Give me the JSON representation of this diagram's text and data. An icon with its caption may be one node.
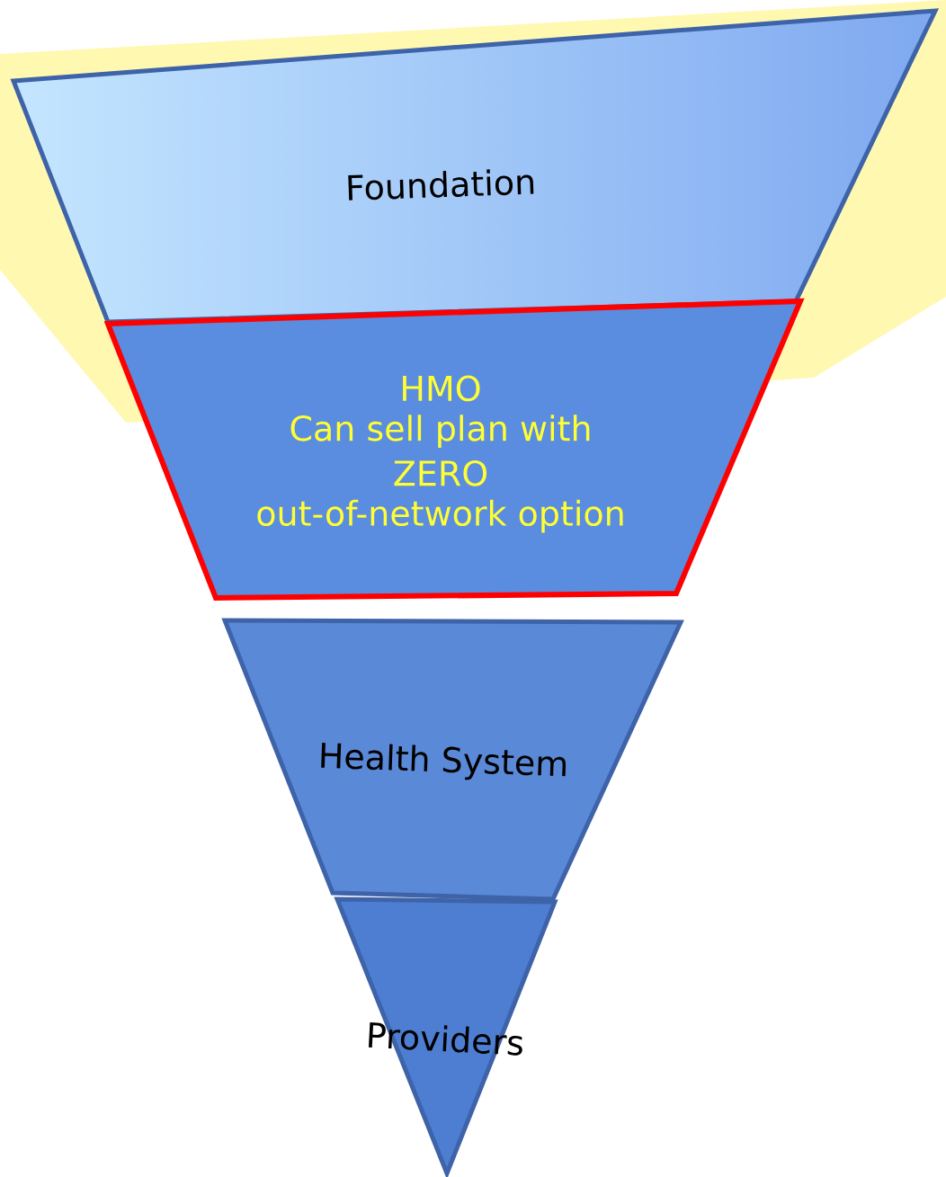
{
  "diagram": {
    "nodes": [
      {
        "text": [
          "Foundation"
        ]
      },
      {
        "text": [
          "HMO",
          "Can sell plan with ZERO",
          "out-of-network option"
        ]
      },
      {
        "text": [
          "Health System"
        ]
      },
      {
        "text": [
          "Providers"
        ]
      }
    ]
  }
}
